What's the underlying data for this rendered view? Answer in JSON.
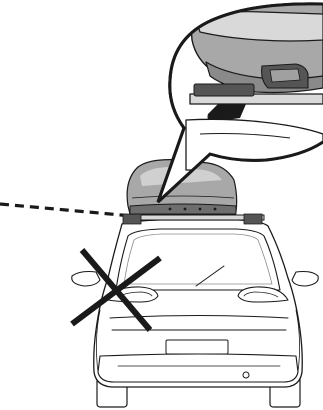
{
  "figure": {
    "subject": "car-rear-with-roof-box",
    "callout": "roof-box-mount-detail",
    "warning_mark": "prohibited-x"
  },
  "colors": {
    "line": "#1a1a1a",
    "light_line": "#9a9a9a",
    "fill_light": "#d9d9d9",
    "fill_mid": "#a8a8a8",
    "fill_dark": "#555555",
    "background": "#ffffff"
  }
}
